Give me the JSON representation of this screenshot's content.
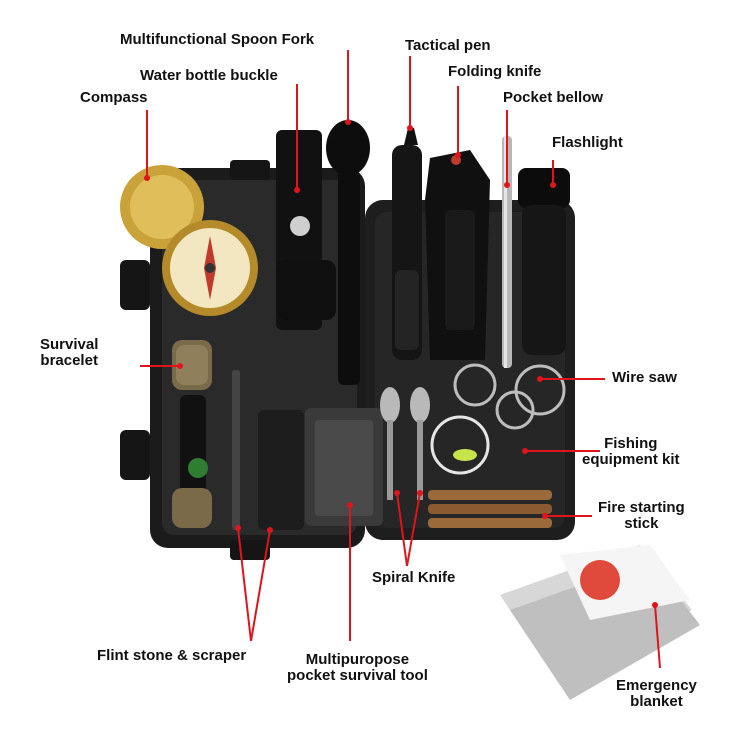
{
  "labels": {
    "spoon_fork": "Multifunctional Spoon Fork",
    "tactical_pen": "Tactical pen",
    "water_bottle_buckle": "Water bottle buckle",
    "folding_knife": "Folding knife",
    "compass": "Compass",
    "pocket_bellow": "Pocket bellow",
    "flashlight": "Flashlight",
    "survival_bracelet": "Survival\nbracelet",
    "wire_saw": "Wire saw",
    "fishing_kit": "Fishing\nequipment kit",
    "fire_starting_stick": "Fire starting\nstick",
    "spiral_knife": "Spiral Knife",
    "flint_stone": "Flint stone & scraper",
    "multipurpose_tool": "Multipuropose\npocket survival tool",
    "emergency_blanket": "Emergency\nblanket"
  },
  "colors": {
    "pointer": "#e0141b",
    "case": "#1b1b1b",
    "gold": "#c9a23a",
    "blanket_red": "#e04a3c"
  },
  "icons": [
    "compass-icon",
    "spoon-fork-icon",
    "buckle-icon",
    "pen-icon",
    "knife-icon",
    "bellow-icon",
    "flashlight-icon",
    "bracelet-icon",
    "wire-saw-icon",
    "fishing-kit-icon",
    "fire-stick-icon",
    "spiral-knife-icon",
    "flint-icon",
    "card-tool-icon",
    "blanket-icon"
  ]
}
